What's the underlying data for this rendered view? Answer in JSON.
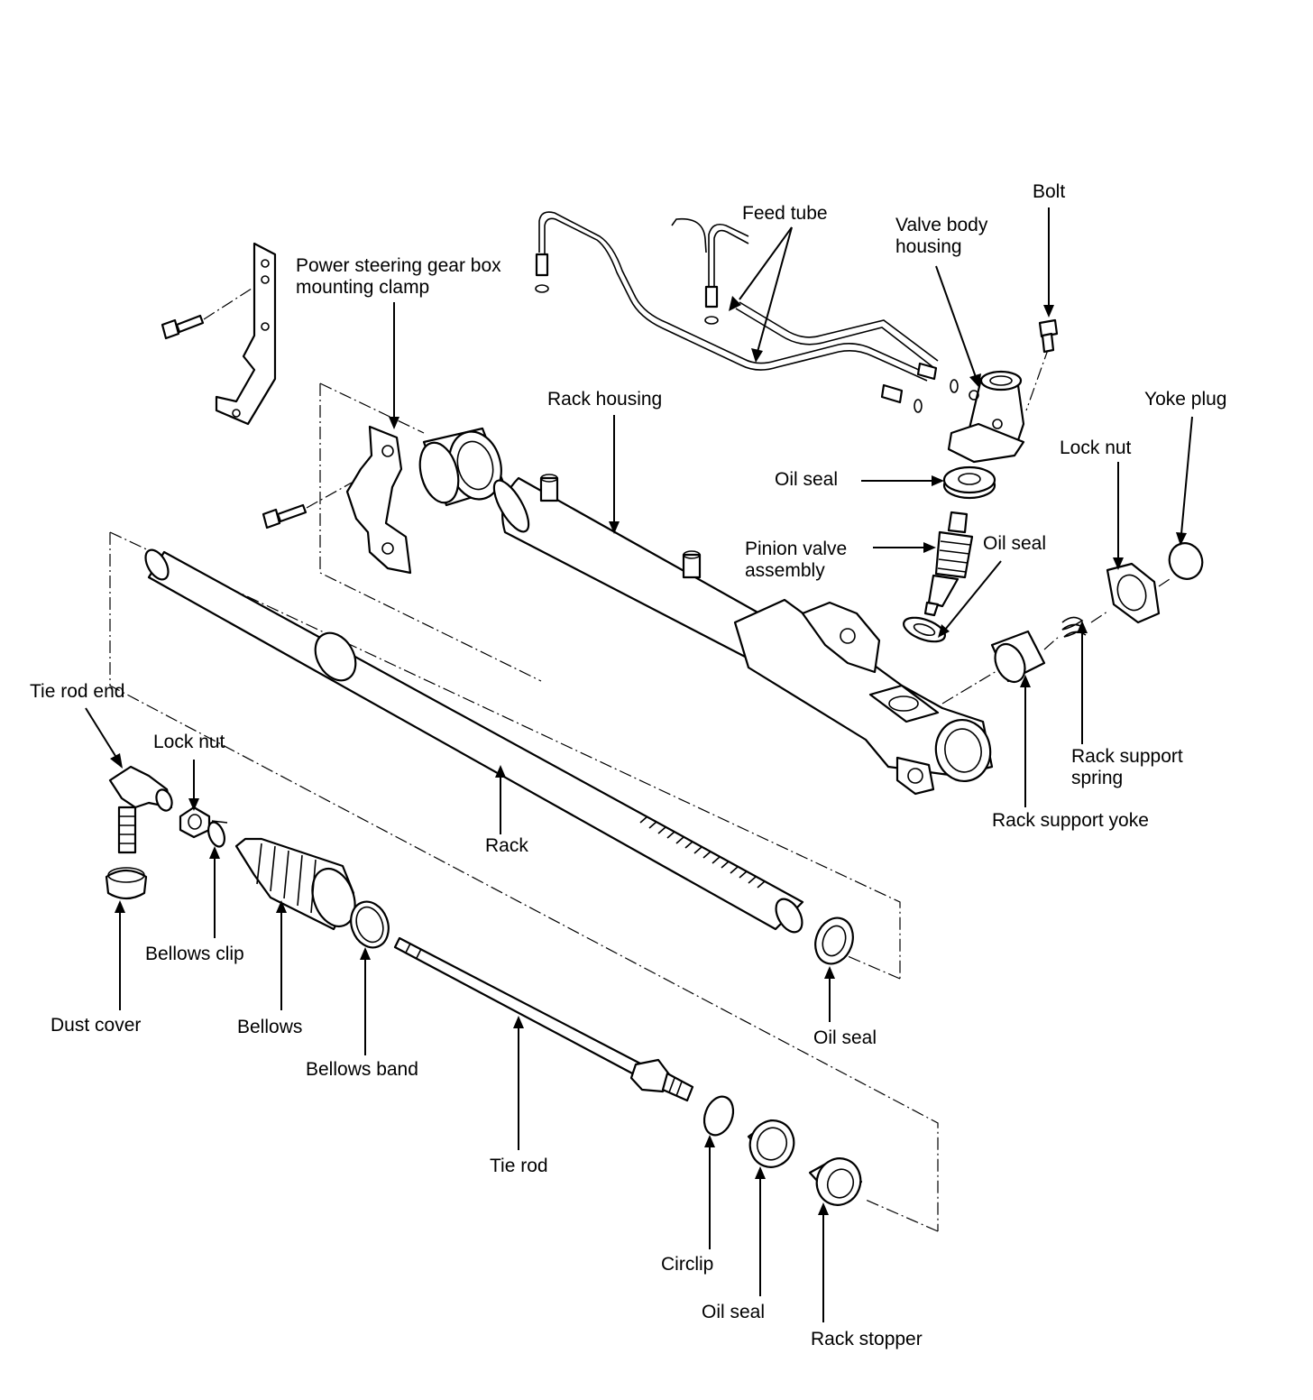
{
  "labels": {
    "bolt_top": "Bolt",
    "feed_tube": "Feed tube",
    "valve_body_housing_1": "Valve body",
    "valve_body_housing_2": "housing",
    "mounting_clamp_1": "Power steering gear box",
    "mounting_clamp_2": "mounting clamp",
    "rack_housing": "Rack housing",
    "yoke_plug": "Yoke plug",
    "lock_nut_right": "Lock nut",
    "oil_seal_valve": "Oil seal",
    "pinion_valve_1": "Pinion valve",
    "pinion_valve_2": "assembly",
    "oil_seal_pinion": "Oil seal",
    "tie_rod_end": "Tie rod end",
    "lock_nut_left": "Lock nut",
    "rack": "Rack",
    "rack_support_spring_1": "Rack support",
    "rack_support_spring_2": "spring",
    "rack_support_yoke": "Rack support yoke",
    "bellows_clip": "Bellows clip",
    "dust_cover": "Dust cover",
    "bellows": "Bellows",
    "oil_seal_rack": "Oil seal",
    "bellows_band": "Bellows band",
    "tie_rod": "Tie rod",
    "circlip": "Circlip",
    "oil_seal_bottom": "Oil seal",
    "rack_stopper": "Rack stopper"
  }
}
